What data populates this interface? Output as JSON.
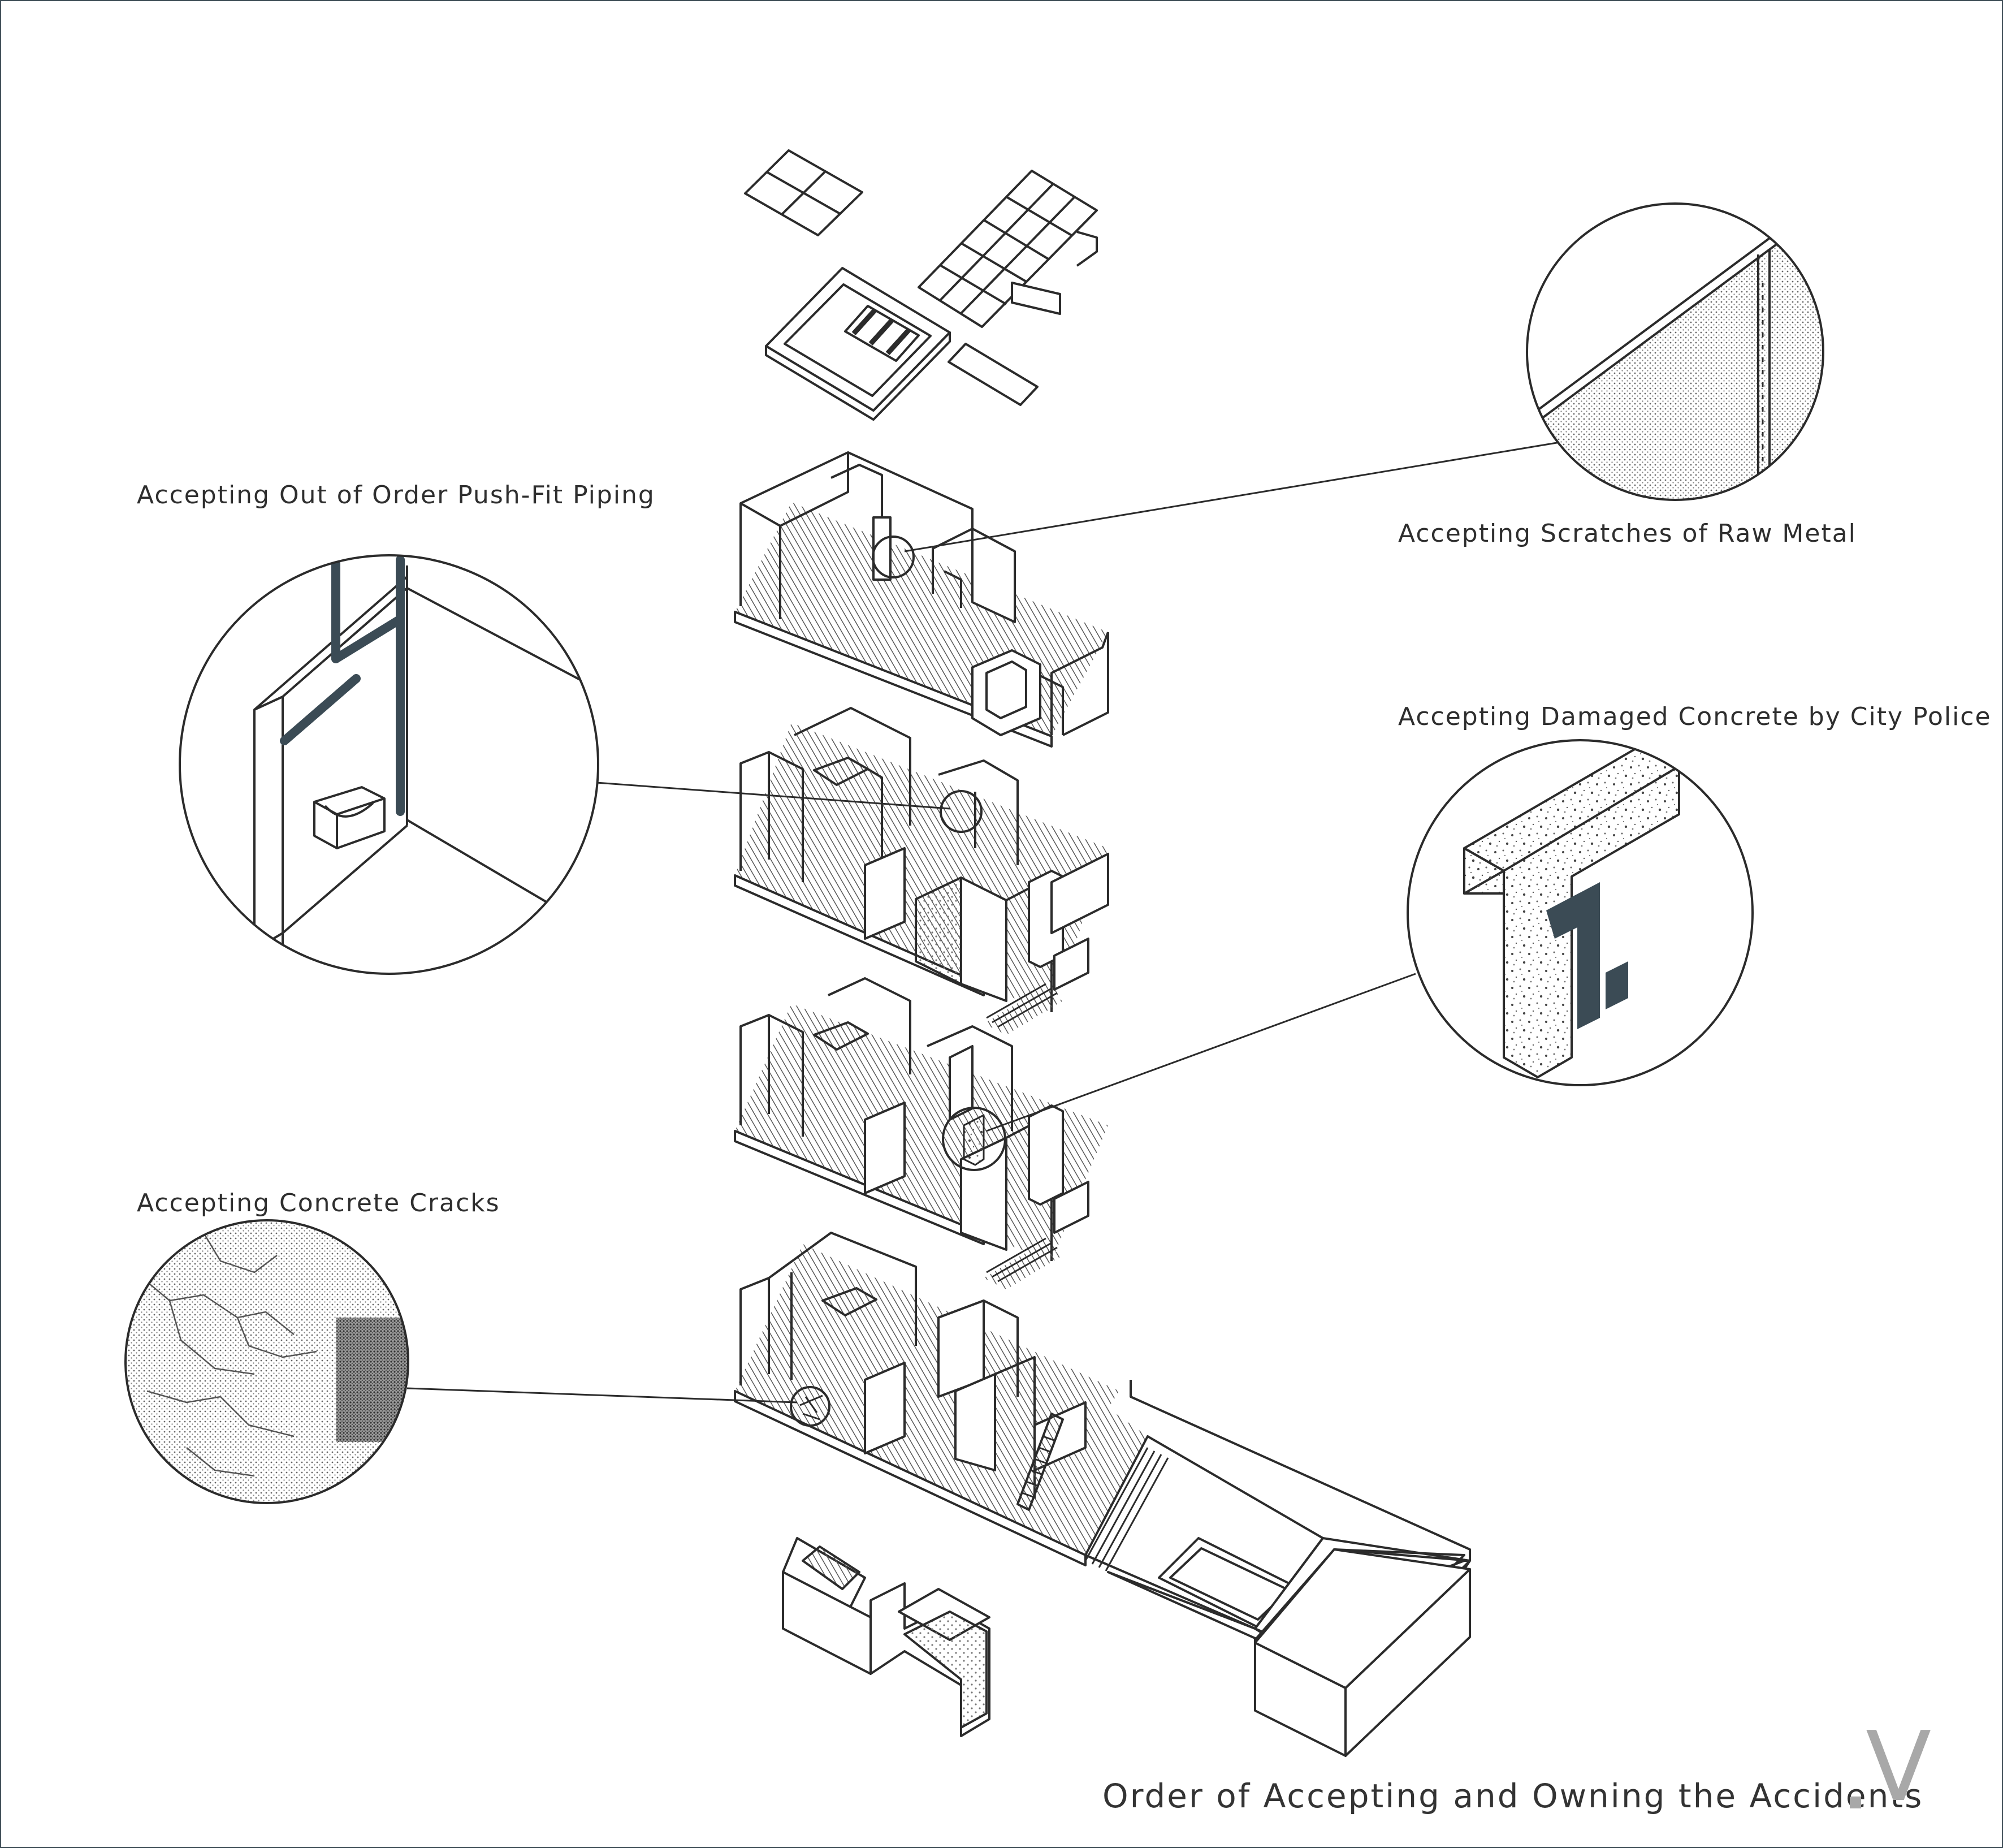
{
  "title": "Order of Accepting and Owning the Accidents",
  "numeral": "V",
  "callouts": [
    {
      "id": "piping",
      "label": "Accepting Out of Order Push-Fit Piping"
    },
    {
      "id": "metal",
      "label": "Accepting Scratches of Raw Metal"
    },
    {
      "id": "police",
      "label": "Accepting Damaged Concrete by City Police"
    },
    {
      "id": "cracks",
      "label": "Accepting Concrete Cracks"
    }
  ],
  "colors": {
    "frame": "#3f4e57",
    "ink": "#2b2b2b",
    "pipe": "#3b4b55",
    "damage": "#3b4b55",
    "numeral": "#a8a8a8"
  }
}
